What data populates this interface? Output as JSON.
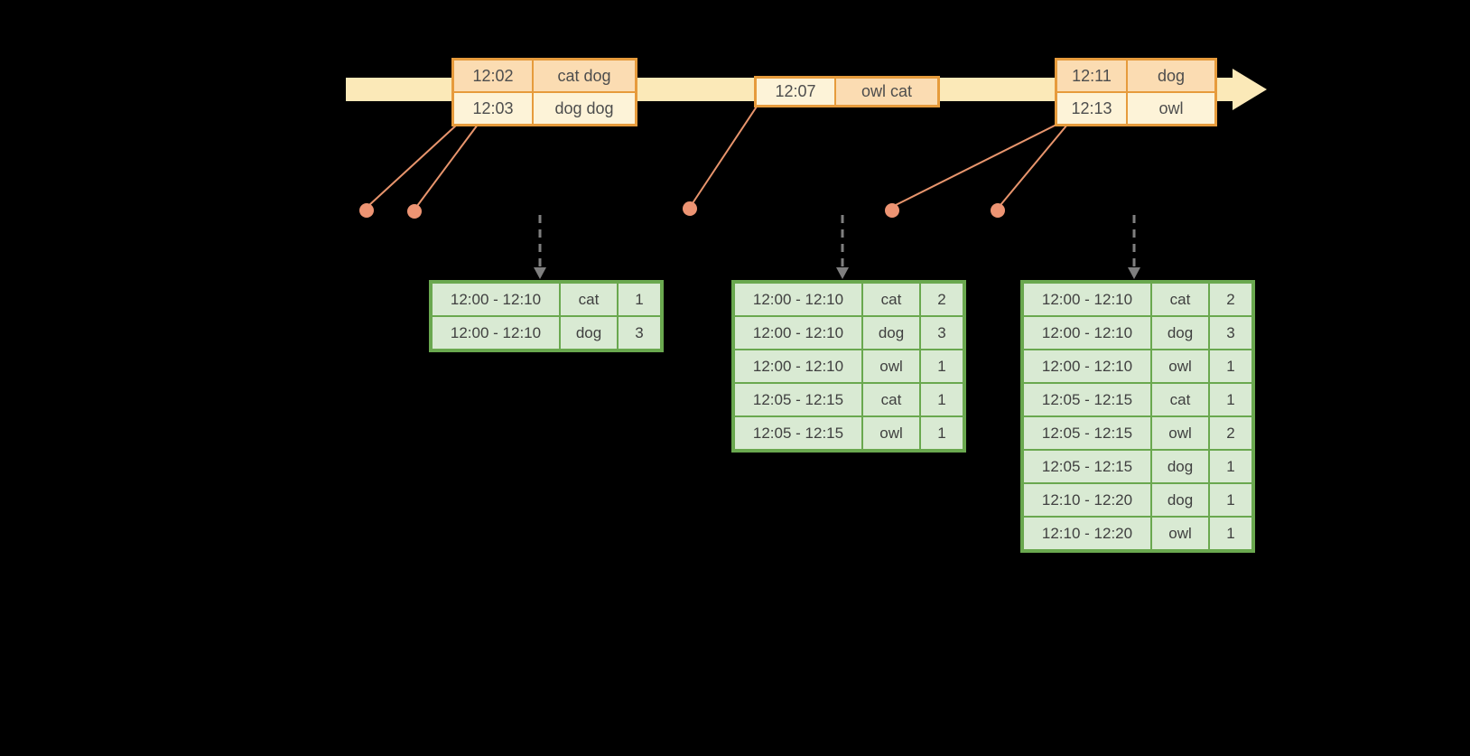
{
  "diagram": {
    "type": "streaming-windowed-word-count-timeline",
    "background": "#000000"
  },
  "colors": {
    "timeline_arrow": "#fbe9b8",
    "event_table_border": "#e69b3c",
    "event_cell_peach": "#fbdcb2",
    "event_cell_cream": "#fdf3d8",
    "connector_line": "#e8956d",
    "event_dot": "#ed9473",
    "trigger_arrow": "#7f7f7f",
    "result_table_border": "#6aa84f",
    "result_cell_fill": "#d9ead3"
  },
  "event_tables": [
    {
      "rows": [
        {
          "time": "12:02",
          "words": "cat dog"
        },
        {
          "time": "12:03",
          "words": "dog dog"
        }
      ]
    },
    {
      "rows": [
        {
          "time": "12:07",
          "words": "owl cat"
        }
      ]
    },
    {
      "rows": [
        {
          "time": "12:11",
          "words": "dog"
        },
        {
          "time": "12:13",
          "words": "owl"
        }
      ]
    }
  ],
  "result_tables": [
    {
      "rows": [
        {
          "window": "12:00 - 12:10",
          "word": "cat",
          "count": "1"
        },
        {
          "window": "12:00 - 12:10",
          "word": "dog",
          "count": "3"
        }
      ]
    },
    {
      "rows": [
        {
          "window": "12:00 - 12:10",
          "word": "cat",
          "count": "2"
        },
        {
          "window": "12:00 - 12:10",
          "word": "dog",
          "count": "3"
        },
        {
          "window": "12:00 - 12:10",
          "word": "owl",
          "count": "1"
        },
        {
          "window": "12:05 - 12:15",
          "word": "cat",
          "count": "1"
        },
        {
          "window": "12:05 - 12:15",
          "word": "owl",
          "count": "1"
        }
      ]
    },
    {
      "rows": [
        {
          "window": "12:00 - 12:10",
          "word": "cat",
          "count": "2"
        },
        {
          "window": "12:00 - 12:10",
          "word": "dog",
          "count": "3"
        },
        {
          "window": "12:00 - 12:10",
          "word": "owl",
          "count": "1"
        },
        {
          "window": "12:05 - 12:15",
          "word": "cat",
          "count": "1"
        },
        {
          "window": "12:05 - 12:15",
          "word": "owl",
          "count": "2"
        },
        {
          "window": "12:05 - 12:15",
          "word": "dog",
          "count": "1"
        },
        {
          "window": "12:10 - 12:20",
          "word": "dog",
          "count": "1"
        },
        {
          "window": "12:10 - 12:20",
          "word": "owl",
          "count": "1"
        }
      ]
    }
  ]
}
